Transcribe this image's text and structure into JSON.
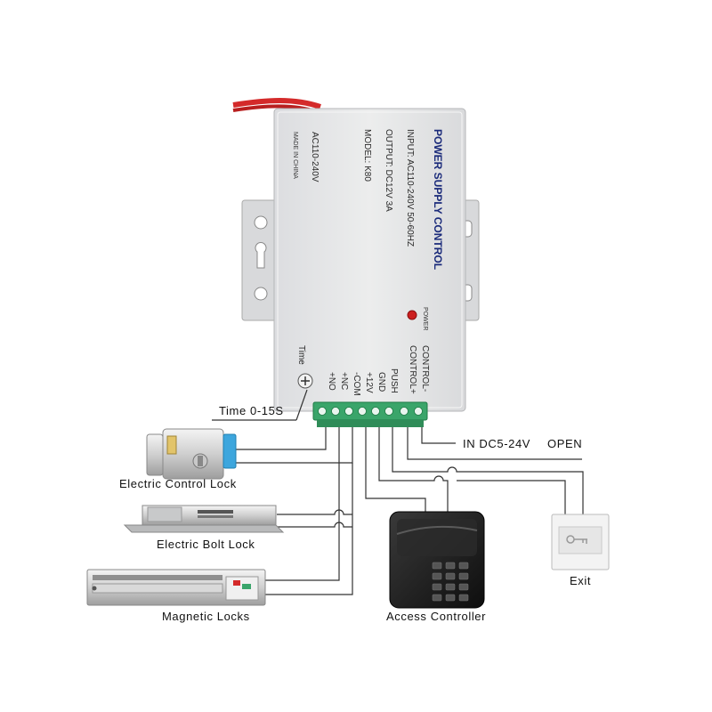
{
  "psu": {
    "title": "POWER SUPPLY CONTROL",
    "input": "INPUT: AC110-240V  50-60HZ",
    "output": "OUTPUT: DC12V  3A",
    "model": "MODEL: K80",
    "ac": "AC110-240V",
    "made": "MADE IN CHINA",
    "power": "POWER",
    "time": "Time",
    "terminals": [
      "+NO",
      "+NC",
      "-COM",
      "+12V",
      "GND",
      "PUSH",
      "CONTROL+",
      "CONTROL-"
    ]
  },
  "labels": {
    "time_range": "Time 0-15S",
    "in_dc": "IN DC5-24V",
    "open": "OPEN",
    "electric_control_lock": "Electric Control Lock",
    "electric_bolt_lock": "Electric Bolt Lock",
    "magnetic_locks": "Magnetic Locks",
    "access_controller": "Access Controller",
    "exit": "Exit"
  },
  "colors": {
    "box": "#e9eaec",
    "terminal": "#3aa56a",
    "wire": "#333333",
    "red_cable": "#d42a2a",
    "power_led": "#cc1f1f",
    "lock_blue": "#3da6dd",
    "controller": "#1a1a1a"
  },
  "icons": [
    "time-knob-icon",
    "power-led-icon",
    "mounting-hole-icon",
    "key-icon"
  ]
}
